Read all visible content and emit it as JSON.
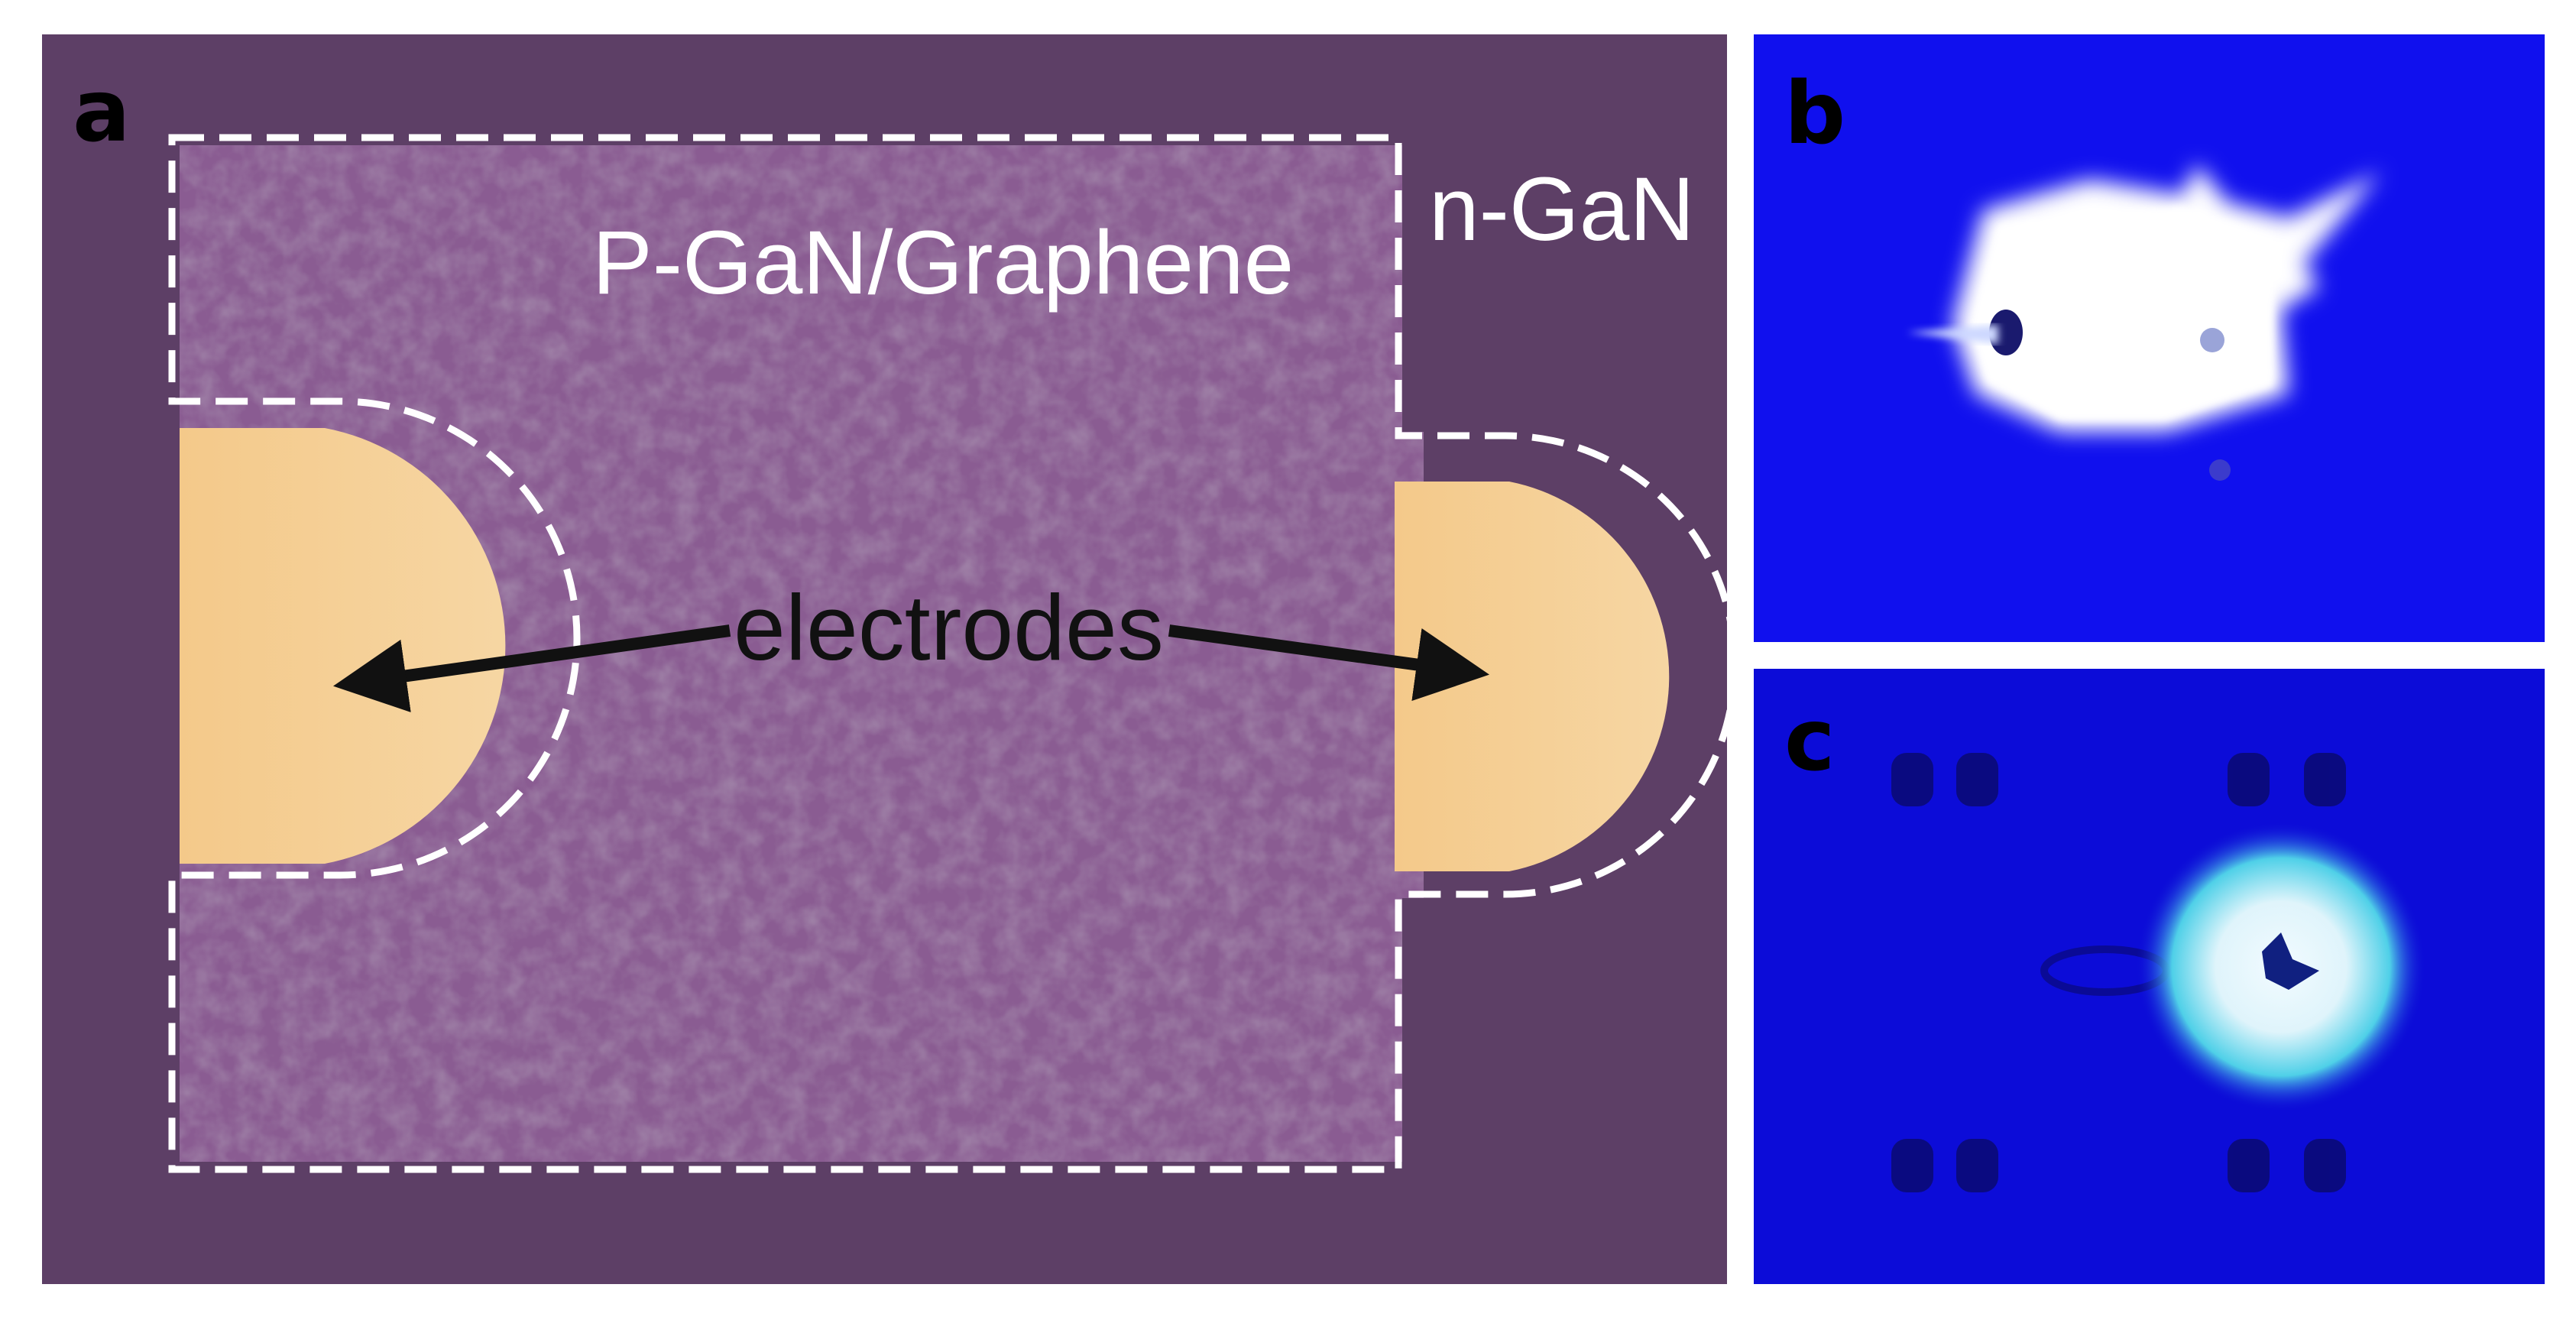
{
  "panels": {
    "a": {
      "letter": "a",
      "region_label": "P-GaN/Graphene",
      "substrate_label": "n-GaN",
      "electrode_label": "electrodes",
      "colors": {
        "substrate": "#5d3f66",
        "pgan": "#8a5c92",
        "electrode": "#f2c98c",
        "outline": "#ffffff",
        "arrow": "#111111"
      }
    },
    "b": {
      "letter": "b",
      "colors": {
        "background": "#1010ee",
        "emission": "#ffffff"
      }
    },
    "c": {
      "letter": "c",
      "colors": {
        "background": "#0c0cd8",
        "emission_core": "#e8f4ff",
        "emission_halo": "#4fd0e8"
      }
    }
  }
}
